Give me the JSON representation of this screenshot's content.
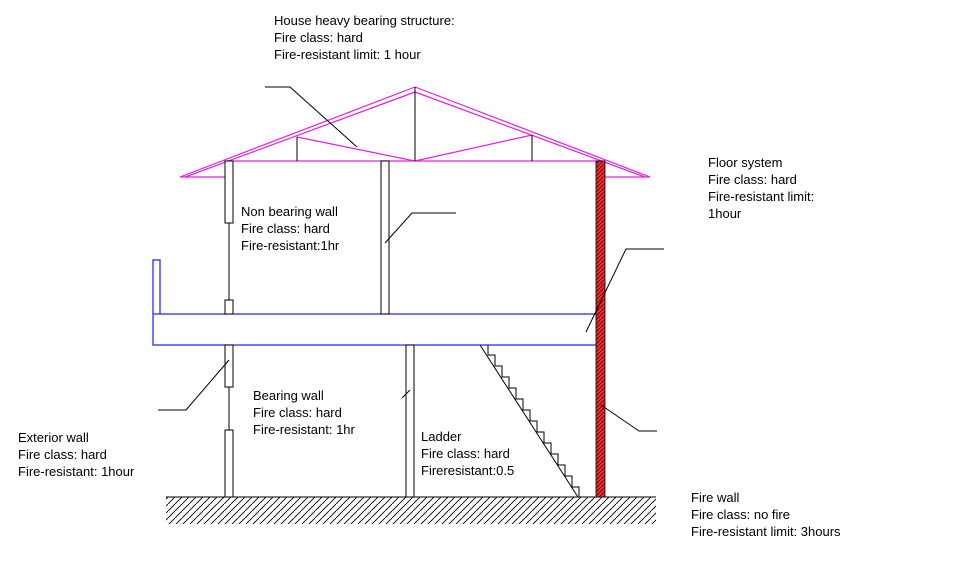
{
  "colors": {
    "roof": "#e020e0",
    "floor": "#1a1aff",
    "fire_wall": "#ff3333",
    "line": "#000000",
    "background": "#ffffff"
  },
  "labels": {
    "roof": [
      "House heavy bearing structure:",
      "Fire class: hard",
      "Fire-resistant limit: 1 hour"
    ],
    "floor": [
      "Floor system",
      "Fire class: hard",
      "Fire-resistant limit:",
      "1hour"
    ],
    "nonbearing": [
      "Non bearing wall",
      "Fire class: hard",
      "Fire-resistant:1hr"
    ],
    "bearing": [
      "Bearing wall",
      "Fire class: hard",
      "Fire-resistant: 1hr"
    ],
    "exterior": [
      "Exterior wall",
      "Fire class: hard",
      "Fire-resistant: 1hour"
    ],
    "ladder": [
      "Ladder",
      "Fire class: hard",
      "Fireresistant:0.5"
    ],
    "firewall": [
      "Fire wall",
      "Fire class: no fire",
      "Fire-resistant limit: 3hours"
    ]
  }
}
